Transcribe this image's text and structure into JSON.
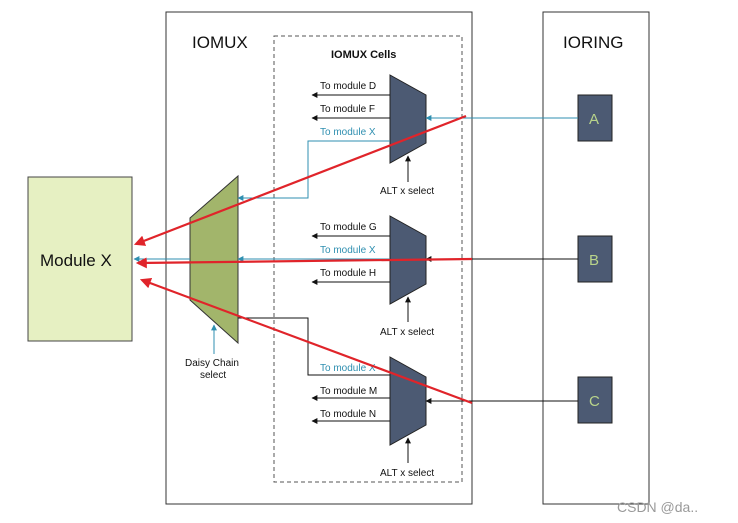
{
  "iomux": {
    "title": "IOMUX",
    "cells_title": "IOMUX Cells"
  },
  "ioring": {
    "title": "IORING",
    "pads": [
      "A",
      "B",
      "C"
    ]
  },
  "module": {
    "label": "Module X"
  },
  "daisy_chain": {
    "label_line1": "Daisy Chain",
    "label_line2": "select"
  },
  "mux_groups": [
    {
      "outputs": [
        "To module D",
        "To module F",
        "To module X"
      ],
      "select_label": "ALT x select"
    },
    {
      "outputs": [
        "To module G",
        "To module X",
        "To module H"
      ],
      "select_label": "ALT x select"
    },
    {
      "outputs": [
        "To module X",
        "To module M",
        "To module N"
      ],
      "select_label": "ALT x select"
    }
  ],
  "watermark": "CSDN @da..",
  "colors": {
    "module_fill": "#e6f0c2",
    "daisy_fill": "#a2b56b",
    "mux_fill": "#4c5a73",
    "pad_fill": "#4c5a73",
    "pad_text": "#b9d48a",
    "teal": "#2f8fb0",
    "red": "#e0242a",
    "line": "#111111"
  }
}
